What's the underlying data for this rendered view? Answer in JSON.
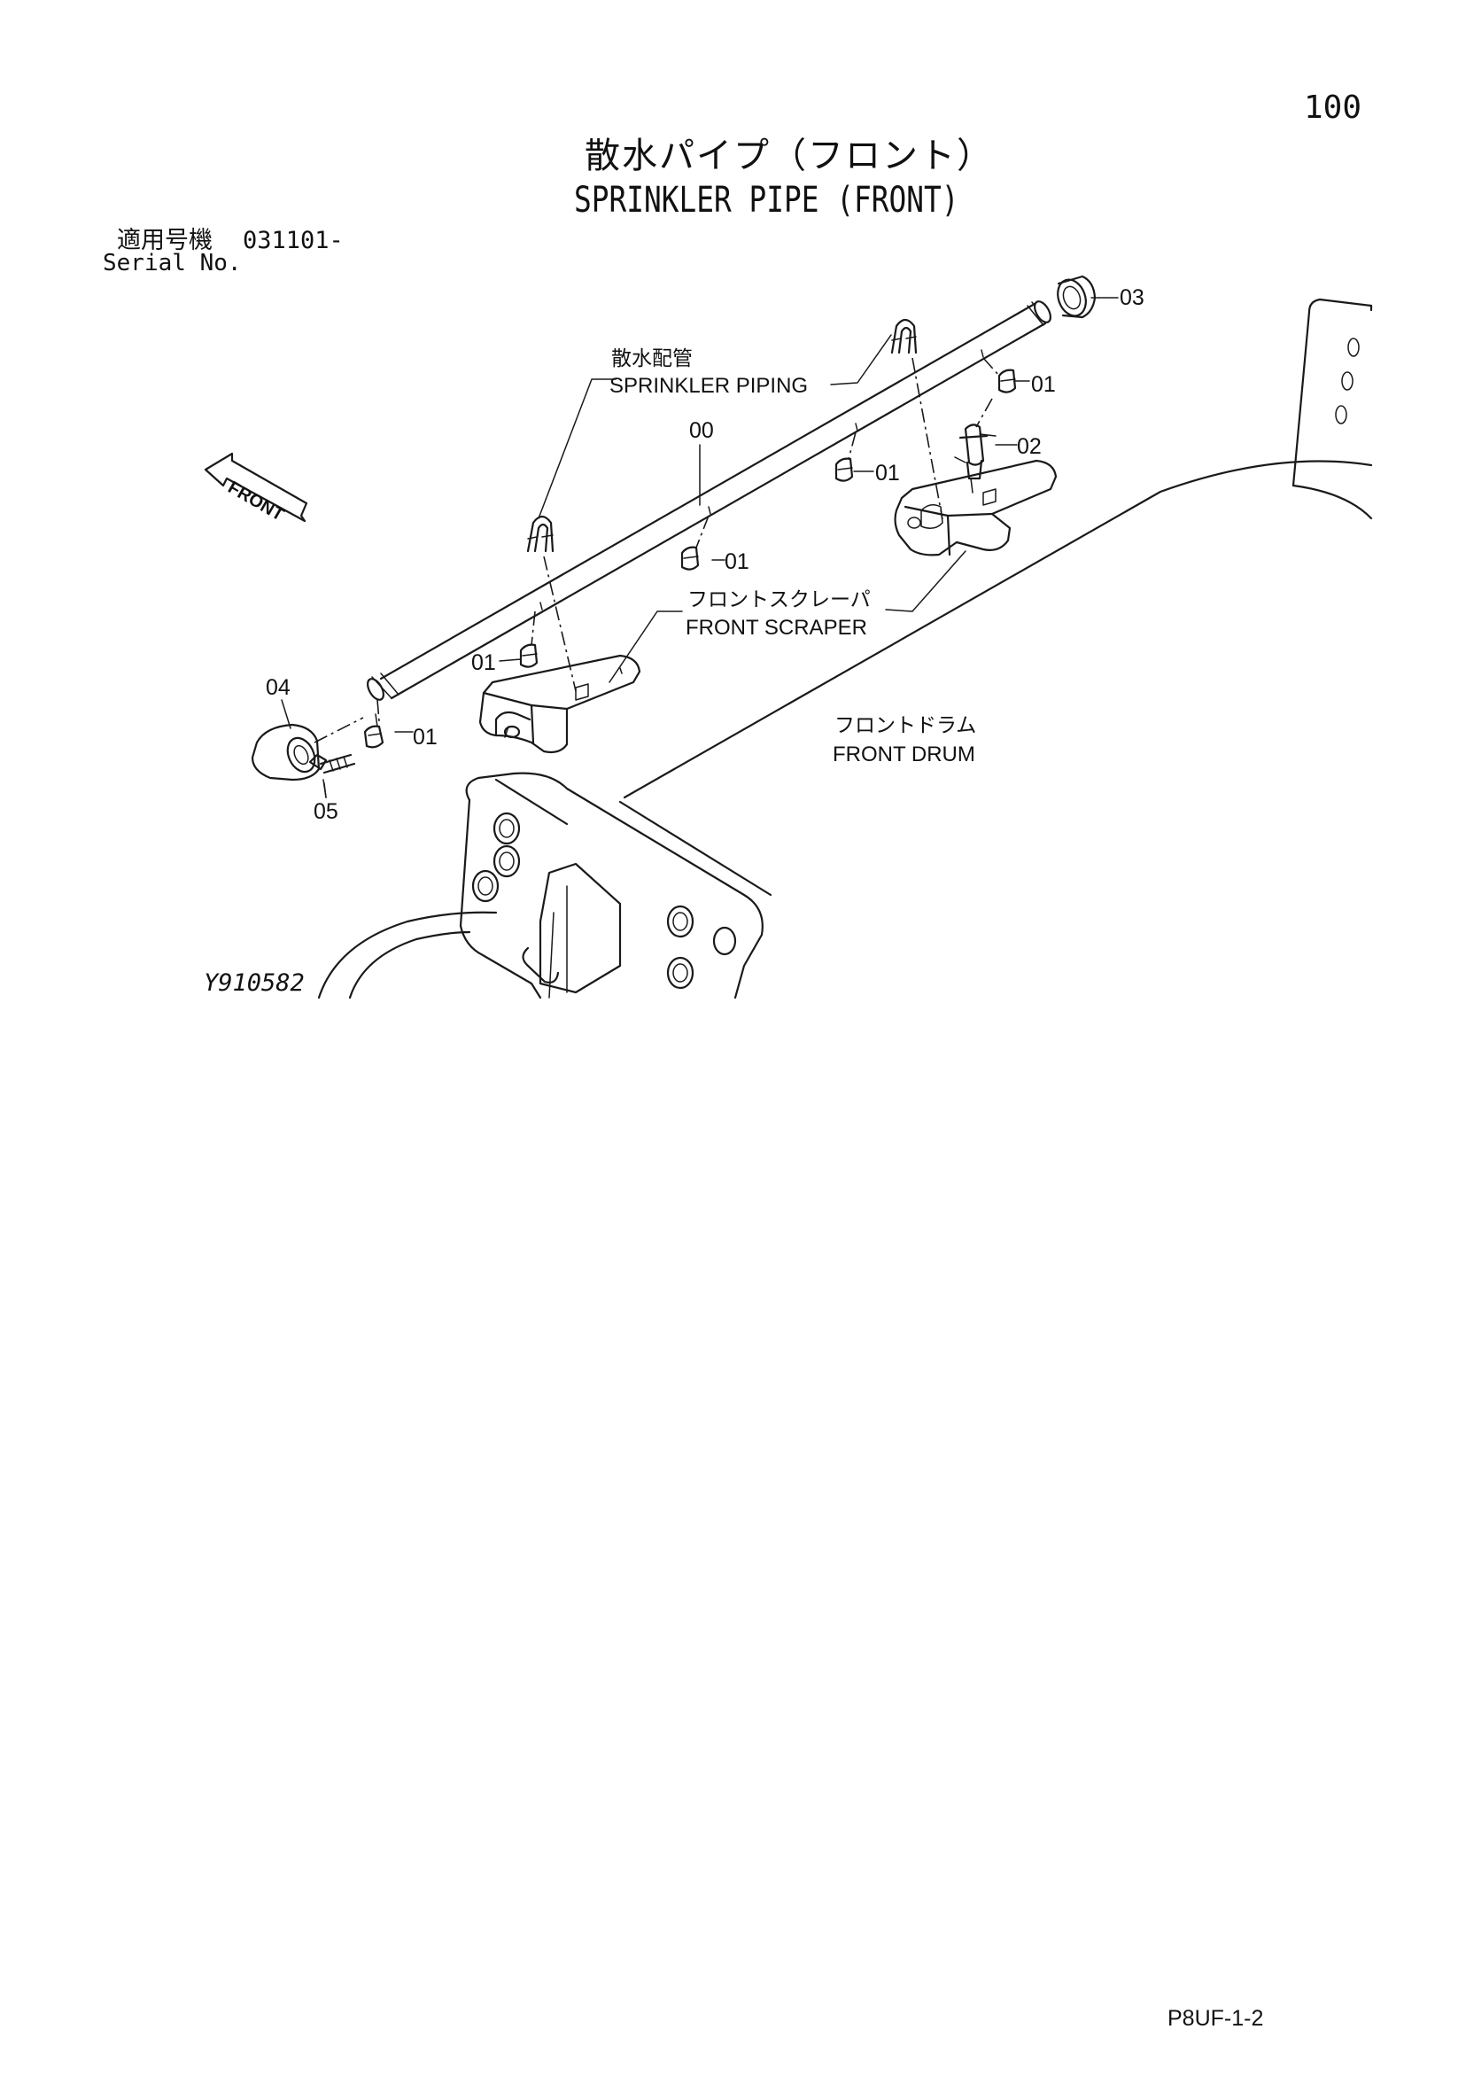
{
  "page": {
    "number": "100",
    "footer_code": "P8UF-1-2",
    "drawing_id": "Y910582"
  },
  "title": {
    "japanese": "散水パイプ（フロント）",
    "english": "SPRINKLER PIPE (FRONT)"
  },
  "serial": {
    "label_japanese": "適用号機",
    "value": "031101-",
    "label_english": "Serial No."
  },
  "callouts": {
    "sprinkler_piping_jp": "散水配管",
    "sprinkler_piping_en": "SPRINKLER PIPING",
    "front_scraper_jp": "フロントスクレーパ",
    "front_scraper_en": "FRONT SCRAPER",
    "front_drum_jp": "フロントドラム",
    "front_drum_en": "FRONT DRUM",
    "front_arrow": "FRONT"
  },
  "part_numbers": {
    "p00": "00",
    "p01": "01",
    "p02": "02",
    "p03": "03",
    "p04": "04",
    "p05": "05"
  }
}
